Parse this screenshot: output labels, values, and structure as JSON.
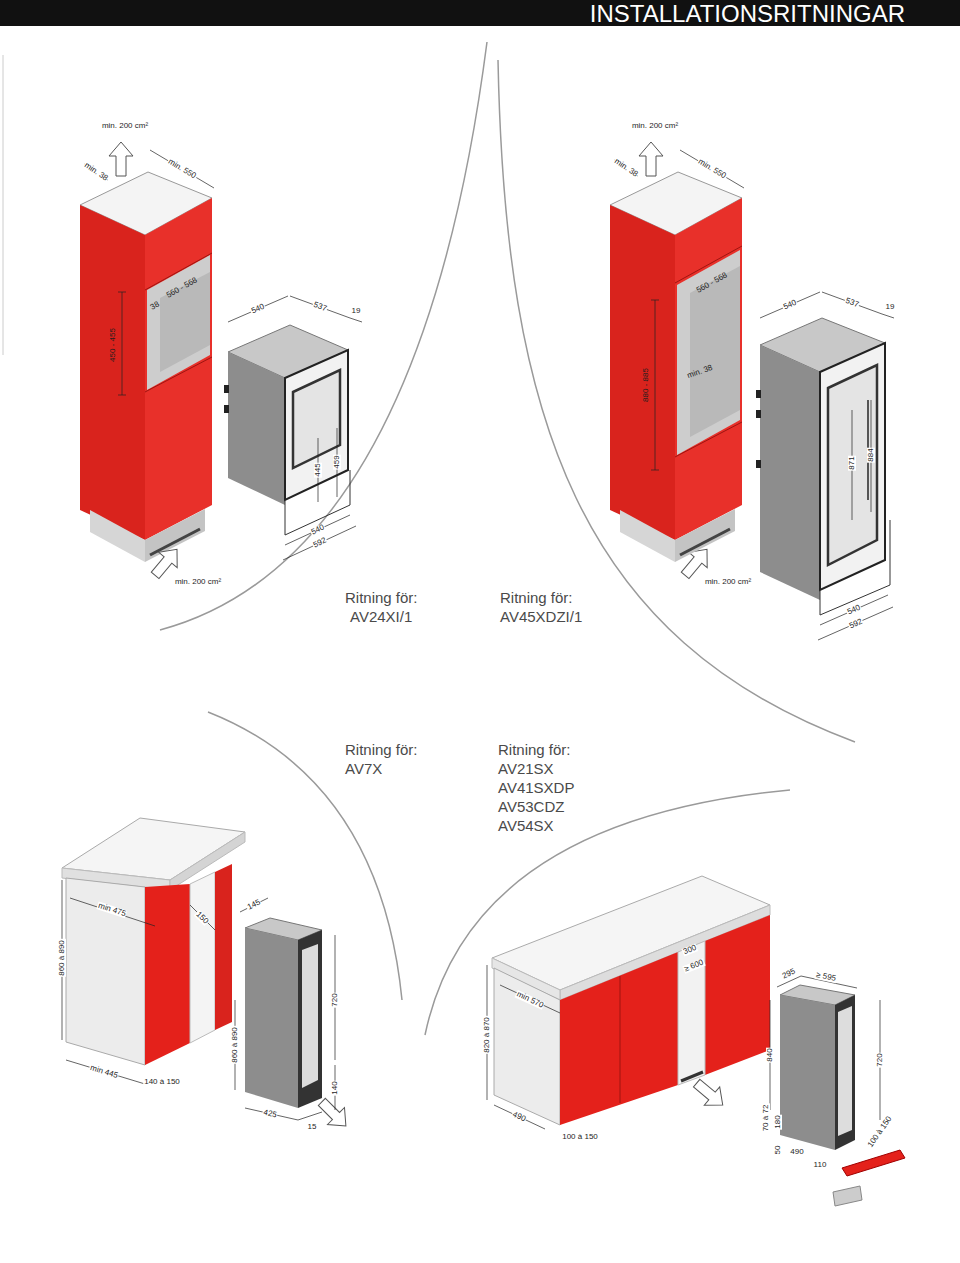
{
  "diagram": {
    "title": "INSTALLATIONSRITNINGAR",
    "labels": [
      "min. 200 cm²",
      "min. 38",
      "min. 550",
      "38",
      "560 - 568",
      "450 - 455",
      "540",
      "537",
      "19",
      "445",
      "459",
      "540",
      "592",
      "min. 200 cm²",
      "min. 200 cm²",
      "min. 38",
      "min. 550",
      "560 - 568",
      "880 - 885",
      "min. 38",
      "540",
      "537",
      "19",
      "871",
      "884",
      "540",
      "592",
      "min. 200 cm²",
      "Ritning för:",
      "AV24XI/1",
      "Ritning för:",
      "AV45XDZI/1",
      "Ritning för:",
      "AV7X",
      "Ritning för:",
      "AV21SX",
      "AV41SXDP",
      "AV53CDZ",
      "AV54SX",
      "min 475",
      "150",
      "145",
      "860 à 890",
      "720",
      "860 à 890",
      "min 445",
      "140 à 150",
      "140",
      "425",
      "15",
      "300",
      "≥ 600",
      "min 570",
      "820 à 870",
      "490",
      "100 à 150",
      "295",
      "≥ 595",
      "840",
      "720",
      "70 à 72",
      "180",
      "50",
      "490",
      "110",
      "100 à 150"
    ]
  }
}
